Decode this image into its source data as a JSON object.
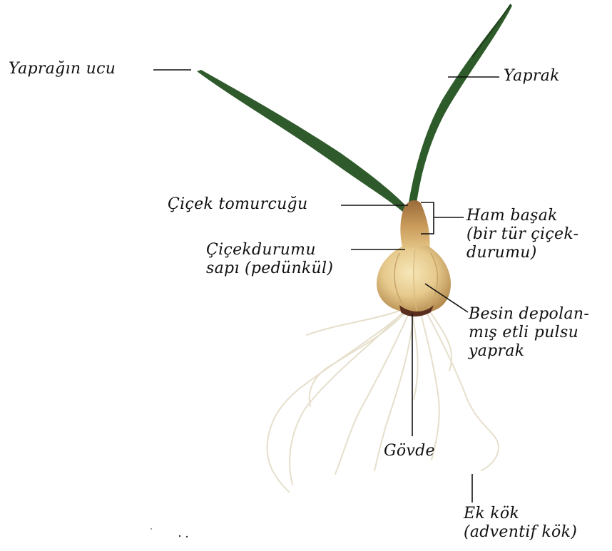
{
  "labels": {
    "leaf_tip": "Yaprağın ucu",
    "leaf": "Yaprak",
    "flower_bud": "Çiçek tomurcuğu",
    "spathe": [
      "Ham başak",
      "(bir tür çiçek-",
      "durumu)"
    ],
    "peduncle": [
      "Çiçekdurumu",
      "sapı (pedünkül)"
    ],
    "storage_leaf": [
      "Besin depolan-",
      "mış etli pulsu",
      "yaprak"
    ],
    "stem": "Gövde",
    "adventitious_root": [
      "Ek kök",
      "(adventif kök)"
    ]
  },
  "colors": {
    "leaf": "#2f5a2c",
    "bulb": "#e2c688",
    "bud": "#b9854c",
    "root": "#e9e3d2",
    "text": "#111111"
  }
}
